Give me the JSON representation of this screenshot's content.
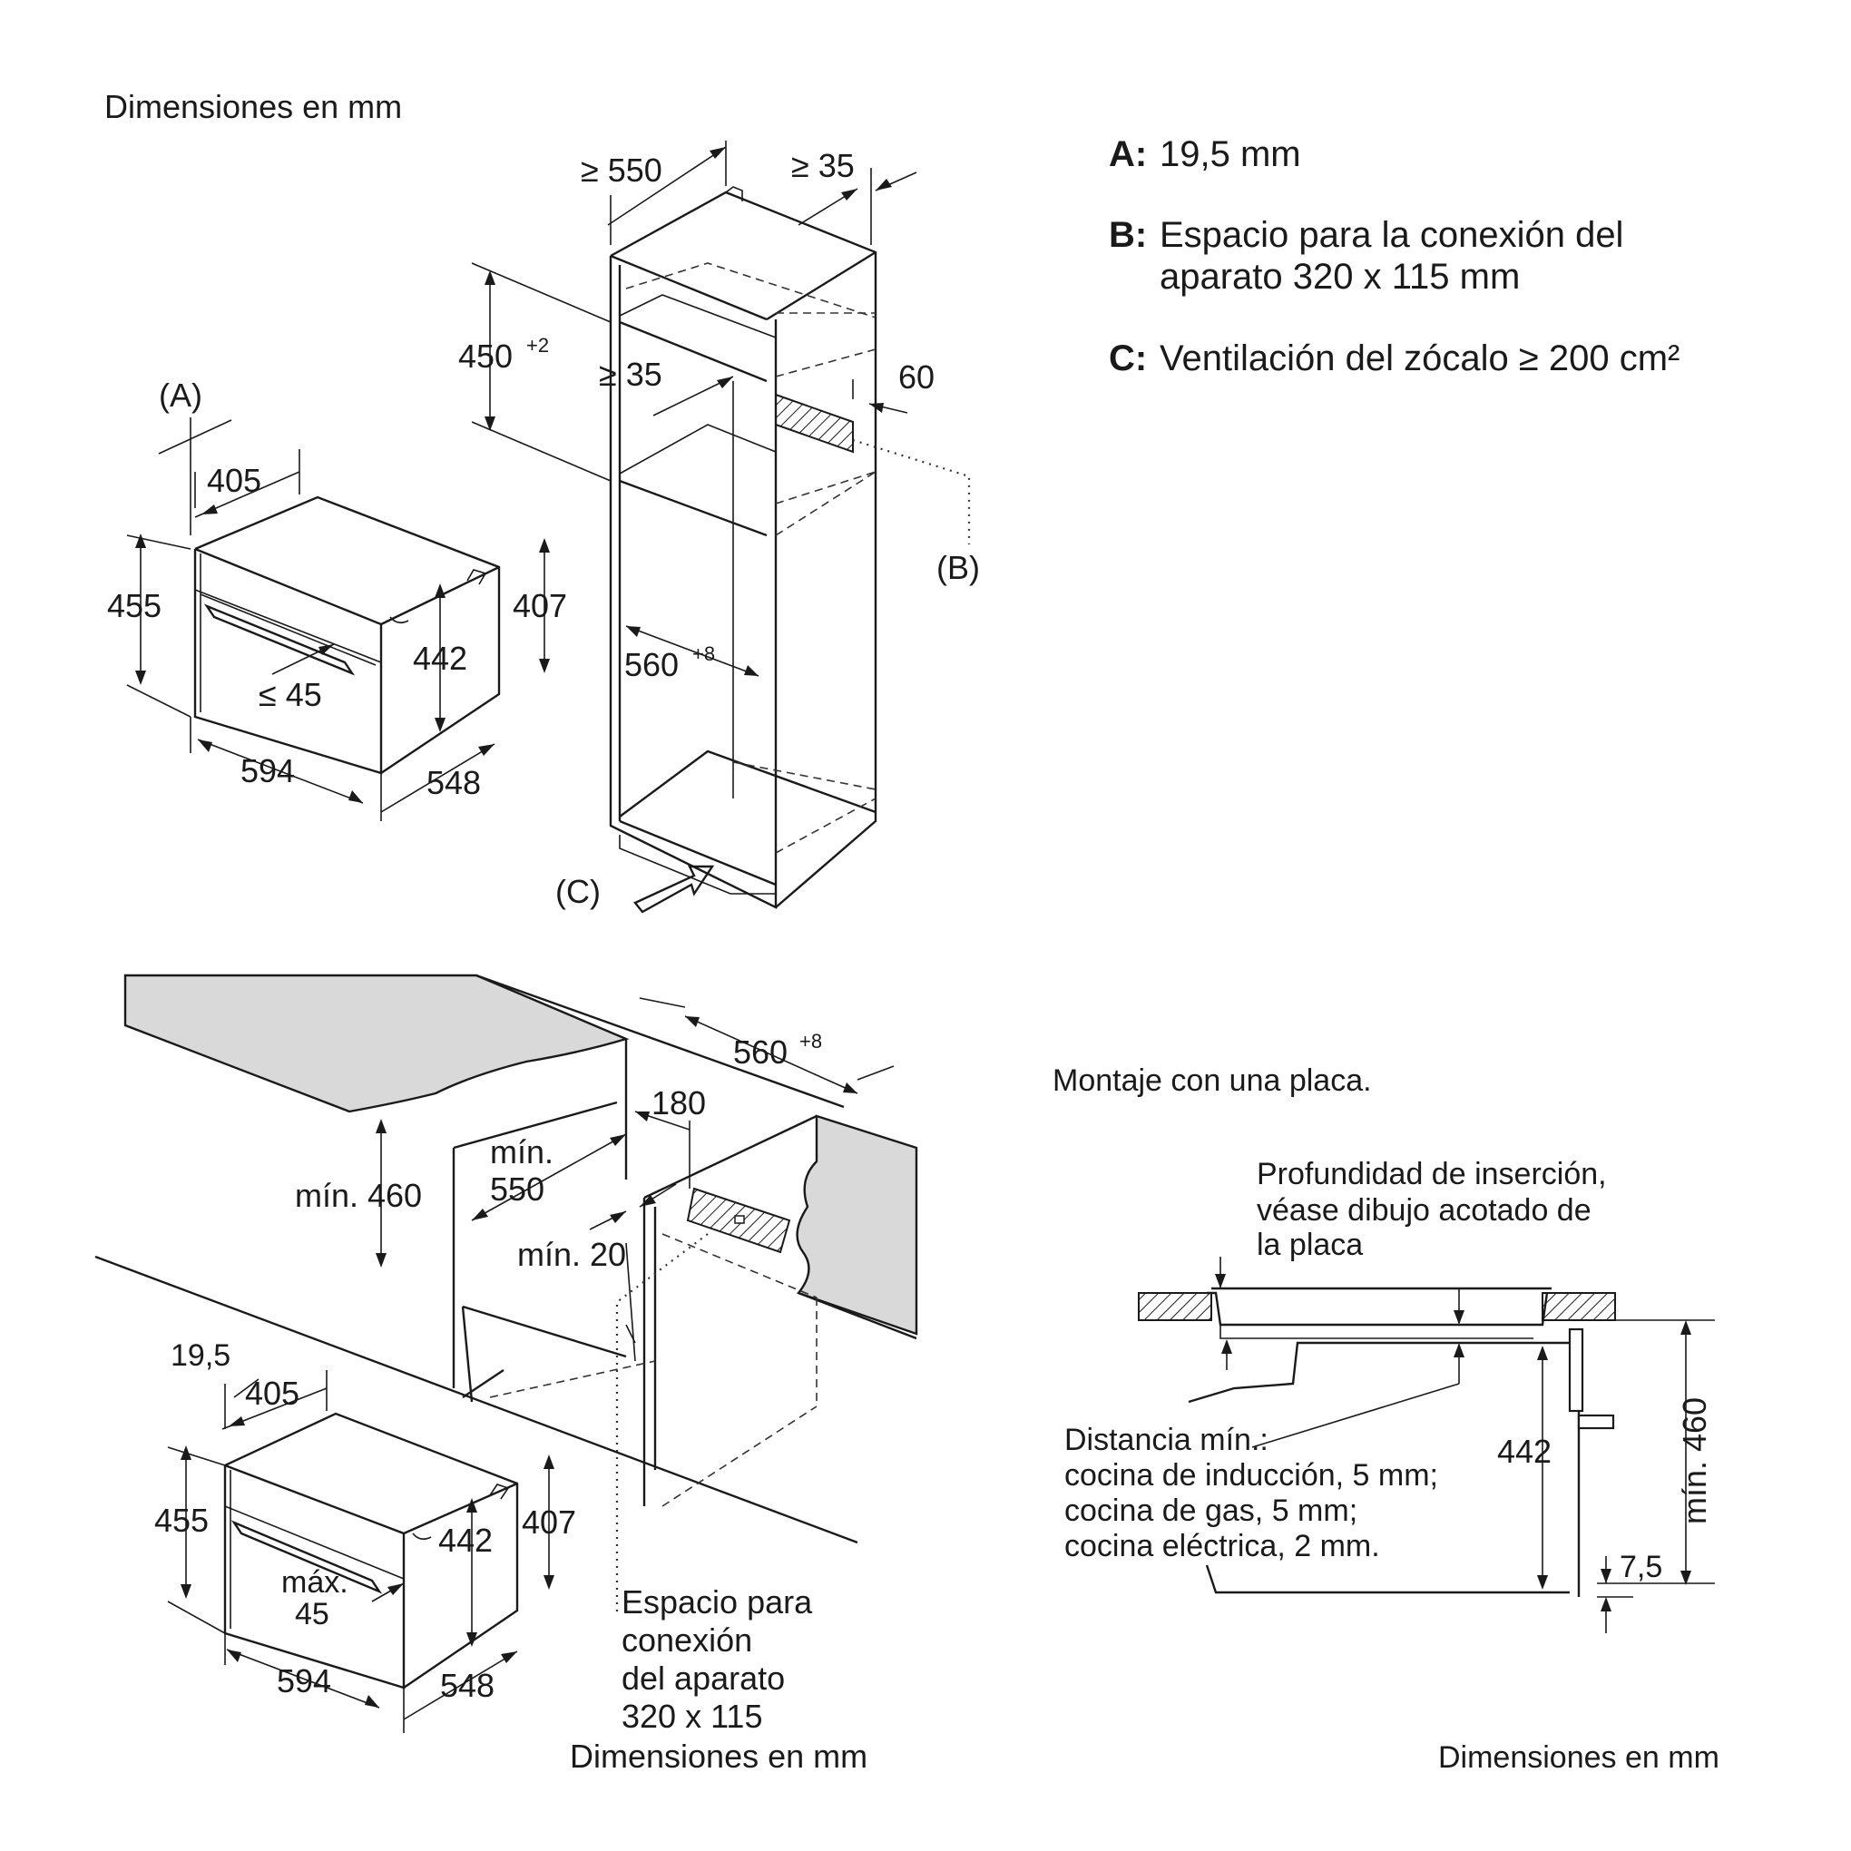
{
  "top_left": {
    "caption": "Dimensiones en mm",
    "oven": {
      "label_a": "(A)",
      "depth_front": "405",
      "height_outer": "455",
      "height_side": "407",
      "height_inner": "442",
      "handle": "≤ 45",
      "width": "594",
      "depth": "548"
    },
    "cabinet": {
      "depth_min": "≥ 550",
      "rear_gap": "≥ 35",
      "niche_height": "450",
      "niche_height_tol": "+2",
      "inner_gap": "≥ 35",
      "vent_depth": "60",
      "label_b": "(B)",
      "niche_width": "560",
      "niche_width_tol": "+8",
      "label_c": "(C)"
    }
  },
  "legend": {
    "a_key": "A:",
    "a_text": "19,5 mm",
    "b_key": "B:",
    "b_text_1": "Espacio para la conexión del",
    "b_text_2": "aparato 320 x 115 mm",
    "c_key": "C:",
    "c_text": "Ventilación del zócalo ≥ 200 cm²"
  },
  "bottom_left": {
    "width": "560",
    "width_tol": "+8",
    "rear_depth": "180",
    "min_height": "mín. 460",
    "min_depth_1": "mín.",
    "min_depth_2": "550",
    "min_gap": "mín. 20",
    "oven": {
      "offset": "19,5",
      "depth_front": "405",
      "height_outer": "455",
      "height_side": "407",
      "height_inner": "442",
      "handle_1": "máx.",
      "handle_2": "45",
      "width": "594",
      "depth": "548"
    },
    "connection_1": "Espacio para",
    "connection_2": "conexión",
    "connection_3": "del aparato",
    "connection_4": "320 x 115",
    "caption": "Dimensiones en mm"
  },
  "bottom_right": {
    "title": "Montaje con una placa.",
    "depth_note_1": "Profundidad de inserción,",
    "depth_note_2": "véase dibujo acotado de",
    "depth_note_3": "la placa",
    "distance_1": "Distancia mín.:",
    "distance_2": "cocina de inducción, 5 mm;",
    "distance_3": "cocina de gas, 5 mm;",
    "distance_4": "cocina eléctrica, 2 mm.",
    "height_inner": "442",
    "min_height": "mín. 460",
    "foot": "7,5",
    "caption": "Dimensiones en mm"
  }
}
